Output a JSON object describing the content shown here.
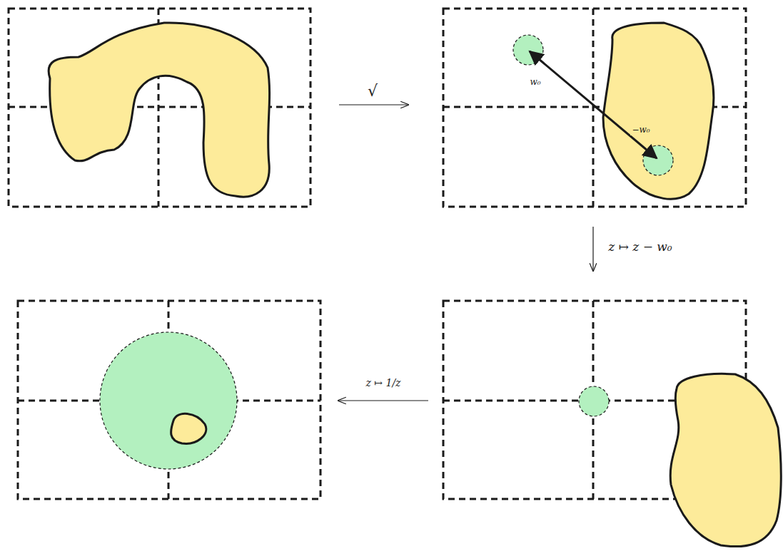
{
  "diagram": {
    "labels": [
      "√",
      "w₀",
      "−w₀",
      "z ↦ z − w₀",
      "z ↦ 1/z"
    ]
  }
}
